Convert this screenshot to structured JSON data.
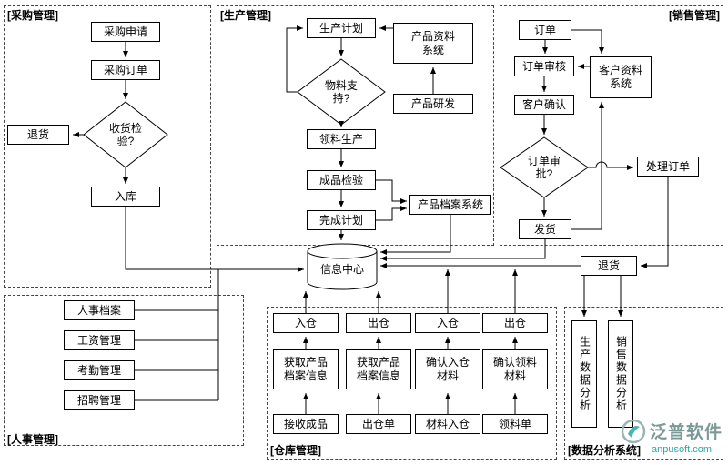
{
  "sections": {
    "procurement_label": "[采购管理]",
    "production_label": "[生产管理]",
    "sales_label": "[销售管理]",
    "hr_label": "[人事管理]",
    "warehouse_label": "[仓库管理]",
    "analytics_label": "[数据分析系统]"
  },
  "procurement": {
    "purchase_request": "采购申请",
    "purchase_order": "采购订单",
    "receiving_inspection": "收货检验?",
    "return_goods": "退货",
    "stock_in": "入库"
  },
  "production": {
    "production_plan": "生产计划",
    "product_data_system": "产品资料系统",
    "material_support": "物料支持?",
    "product_rd": "产品研发",
    "picking_production": "领料生产",
    "finished_inspection": "成品检验",
    "complete_plan": "完成计划",
    "product_archive_system": "产品档案系统"
  },
  "sales": {
    "order": "订单",
    "order_review": "订单审核",
    "customer_data_system": "客户资料系统",
    "customer_confirm": "客户确认",
    "order_approval": "订单审批?",
    "process_order": "处理订单",
    "ship_goods": "发货",
    "return_goods": "退货"
  },
  "center": {
    "info_center": "信息中心"
  },
  "hr": {
    "items": [
      "人事档案",
      "工资管理",
      "考勤管理",
      "招聘管理"
    ]
  },
  "warehouse": {
    "columns": [
      {
        "top": "入仓",
        "mid": "获取产品档案信息",
        "bottom": "接收成品"
      },
      {
        "top": "出仓",
        "mid": "获取产品档案信息",
        "bottom": "出仓单"
      },
      {
        "top": "入仓",
        "mid": "确认入仓材料",
        "bottom": "材料入仓"
      },
      {
        "top": "出仓",
        "mid": "确认领料材料",
        "bottom": "领料单"
      }
    ]
  },
  "analytics": {
    "production_analysis": "生产数据分析",
    "sales_analysis": "销售数据分析"
  },
  "watermark": {
    "brand": "泛普软件",
    "domain": "anpusoft.com"
  },
  "colors": {
    "line": "#000000",
    "box_border": "#000000",
    "watermark_text": "#7a9a96",
    "watermark_domain": "#2ea8a3"
  }
}
